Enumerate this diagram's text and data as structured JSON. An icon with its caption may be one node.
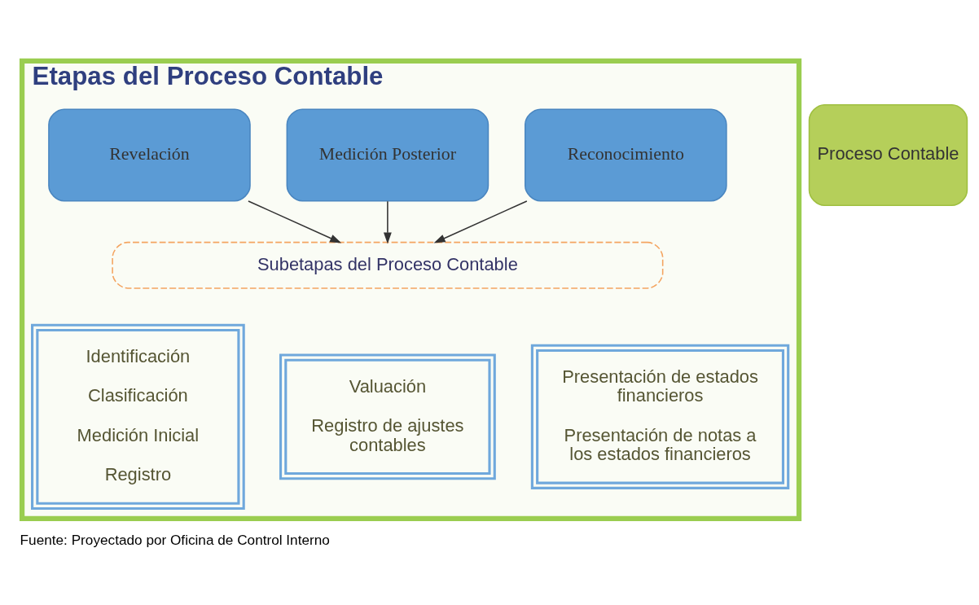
{
  "diagram": {
    "caption": "Fuente: Proyectado por Oficina de Control Interno",
    "nodes": [
      {
        "text": [
          "Etapas del Proceso Contable"
        ]
      },
      {
        "text": [
          "Reconocimiento"
        ],
        "in": 0
      },
      {
        "text": [
          "Medición Posterior"
        ],
        "in": 0
      },
      {
        "text": [
          "Revelación"
        ],
        "in": 0
      },
      {
        "text": [
          "Subetapas del Proceso Contable"
        ],
        "in": 0
      },
      {
        "text": [
          "Identificación",
          "Clasificación",
          "Medición Inicial",
          "Registro"
        ],
        "in": 0
      },
      {
        "text": [
          "Valuación",
          "Registro de ajustes contables"
        ],
        "in": 0
      },
      {
        "text": [
          "Presentación de estados financieros",
          "Presentación de notas a los estados financieros"
        ],
        "in": 0
      },
      {
        "text": [
          "Proceso Contable"
        ]
      }
    ],
    "edges": [
      {
        "from": 1,
        "to": 4,
        "arrow": "to"
      },
      {
        "from": 2,
        "to": 4,
        "arrow": "to"
      },
      {
        "from": 3,
        "to": 4,
        "arrow": "to"
      }
    ]
  }
}
